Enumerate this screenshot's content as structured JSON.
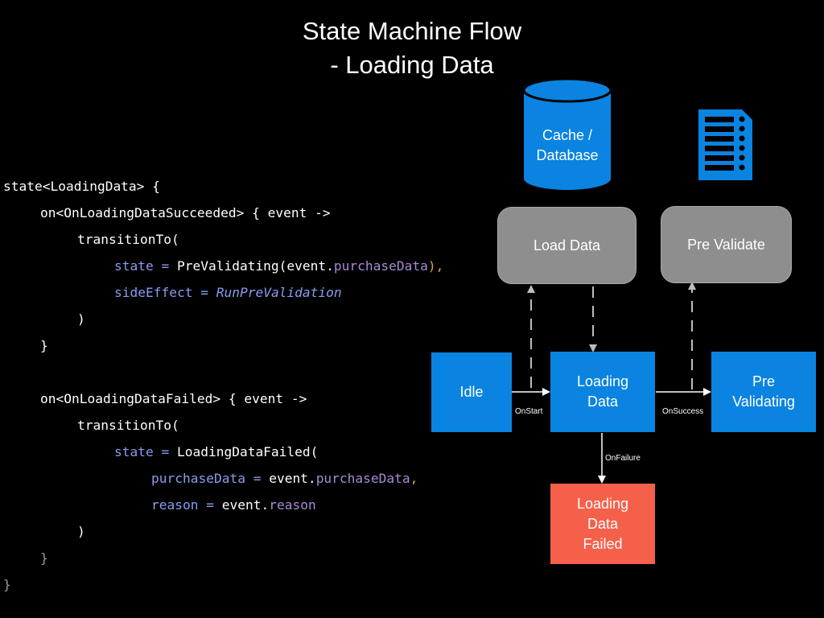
{
  "title": {
    "line1": "State Machine Flow",
    "line2": "- Loading Data"
  },
  "code": {
    "lines": [
      {
        "indent": 0,
        "tokens": [
          {
            "t": "state<LoadingData> {",
            "c": "plain"
          }
        ]
      },
      {
        "indent": 1,
        "tokens": [
          {
            "t": "on<OnLoadingDataSucceeded> { event ->",
            "c": "plain"
          }
        ]
      },
      {
        "indent": 2,
        "tokens": [
          {
            "t": "transitionTo(",
            "c": "plain"
          }
        ]
      },
      {
        "indent": 3,
        "tokens": [
          {
            "t": "state",
            "c": "param"
          },
          {
            "t": " = ",
            "c": "param"
          },
          {
            "t": "PreValidating(event.",
            "c": "plain"
          },
          {
            "t": "purchaseData",
            "c": "prop"
          },
          {
            "t": "),",
            "c": "punct"
          }
        ]
      },
      {
        "indent": 3,
        "tokens": [
          {
            "t": "sideEffect",
            "c": "param"
          },
          {
            "t": " = ",
            "c": "param"
          },
          {
            "t": "RunPreValidation",
            "c": "italic"
          }
        ]
      },
      {
        "indent": 2,
        "tokens": [
          {
            "t": ")",
            "c": "plain"
          }
        ]
      },
      {
        "indent": 1,
        "tokens": [
          {
            "t": "}",
            "c": "plain"
          }
        ]
      },
      {
        "indent": 0,
        "tokens": []
      },
      {
        "indent": 1,
        "tokens": [
          {
            "t": "on<OnLoadingDataFailed> { event ->",
            "c": "plain"
          }
        ]
      },
      {
        "indent": 2,
        "tokens": [
          {
            "t": "transitionTo(",
            "c": "plain"
          }
        ]
      },
      {
        "indent": 3,
        "tokens": [
          {
            "t": "state",
            "c": "param"
          },
          {
            "t": " = ",
            "c": "param"
          },
          {
            "t": "LoadingDataFailed(",
            "c": "plain"
          }
        ]
      },
      {
        "indent": 4,
        "tokens": [
          {
            "t": "purchaseData",
            "c": "param"
          },
          {
            "t": " = ",
            "c": "param"
          },
          {
            "t": "event.",
            "c": "plain"
          },
          {
            "t": "purchaseData",
            "c": "prop"
          },
          {
            "t": ",",
            "c": "punct"
          }
        ]
      },
      {
        "indent": 4,
        "tokens": [
          {
            "t": "reason",
            "c": "param"
          },
          {
            "t": " = ",
            "c": "param"
          },
          {
            "t": "event.",
            "c": "plain"
          },
          {
            "t": "reason",
            "c": "prop"
          }
        ]
      },
      {
        "indent": 2,
        "tokens": [
          {
            "t": ")",
            "c": "plain"
          }
        ]
      },
      {
        "indent": 1,
        "tokens": [
          {
            "t": "}",
            "c": "dim"
          }
        ]
      },
      {
        "indent": 0,
        "tokens": [
          {
            "t": "}",
            "c": "dim"
          }
        ]
      }
    ]
  },
  "diagram": {
    "database": "Cache / Database",
    "checklist_icon": "checklist-icon",
    "actions": {
      "load_data": "Load Data",
      "pre_validate": "Pre Validate"
    },
    "states": {
      "idle": "Idle",
      "loading_data": "Loading Data",
      "pre_validating": "Pre Validating",
      "loading_data_failed": "Loading Data Failed"
    },
    "edges": {
      "on_start": "OnStart",
      "on_success": "OnSuccess",
      "on_failure": "OnFailure"
    },
    "colors": {
      "background": "#000000",
      "state": "#0a84e0",
      "failed": "#f5604a",
      "action": "#8e8e8e",
      "database": "#0a84e0"
    }
  }
}
